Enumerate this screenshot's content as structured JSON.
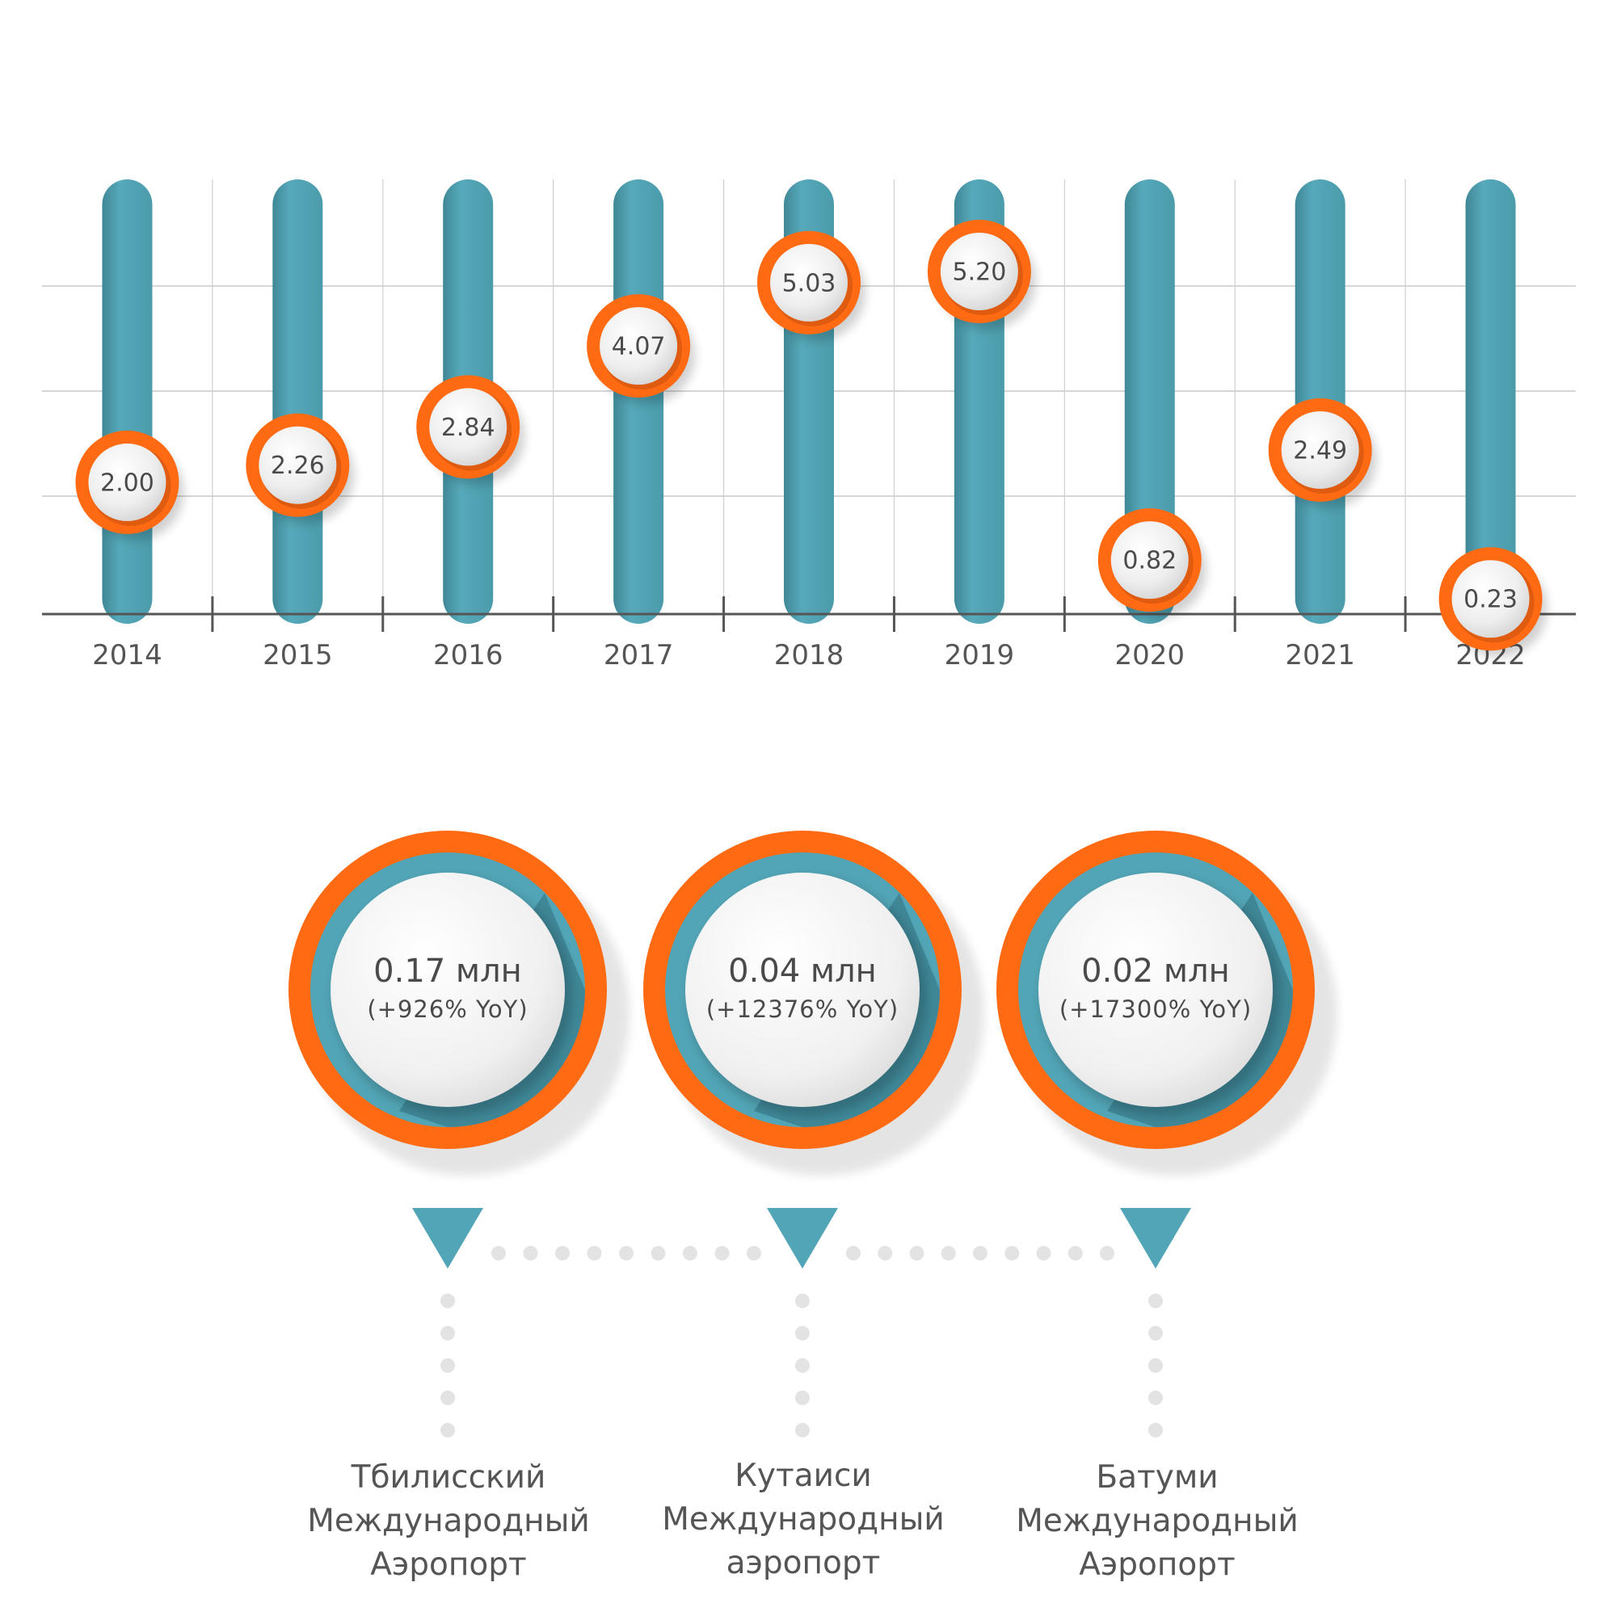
{
  "chart_data": {
    "type": "bar",
    "categories": [
      "2014",
      "2015",
      "2016",
      "2017",
      "2018",
      "2019",
      "2020",
      "2021",
      "2022"
    ],
    "values": [
      2.0,
      2.26,
      2.84,
      4.07,
      5.03,
      5.2,
      0.82,
      2.49,
      0.23
    ],
    "value_labels": [
      "2.00",
      "2.26",
      "2.84",
      "4.07",
      "5.03",
      "5.20",
      "0.82",
      "2.49",
      "0.23"
    ],
    "ylim": [
      0,
      6.5
    ],
    "grid": true,
    "colors": {
      "bar": "#52a5b6",
      "marker_ring": "#ff6a13",
      "marker_face": "#f0f0f0"
    }
  },
  "airports": [
    {
      "value": "0.17 млн",
      "yoy": "(+926% YoY)",
      "name_lines": [
        "Тбилисский",
        "Международный",
        "Аэропорт"
      ]
    },
    {
      "value": "0.04 млн",
      "yoy": "(+12376% YoY)",
      "name_lines": [
        "Кутаиси",
        "Международный",
        "аэропорт"
      ]
    },
    {
      "value": "0.02 млн",
      "yoy": "(+17300% YoY)",
      "name_lines": [
        "Батуми",
        "Международный",
        "Аэропорт"
      ]
    }
  ],
  "colors": {
    "orange": "#ff6a13",
    "teal": "#52a5b6",
    "dots": "#e3e3e3",
    "text": "#555555"
  }
}
